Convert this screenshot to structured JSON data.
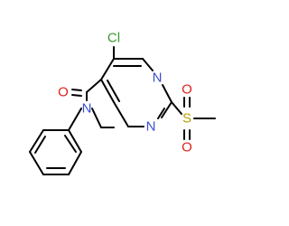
{
  "structure": {
    "atoms": [
      {
        "key": "cl",
        "label": "Cl",
        "color": "#3a9a2e"
      },
      {
        "key": "n_top",
        "label": "N",
        "color": "#3a4fd0"
      },
      {
        "key": "n_ring",
        "label": "N",
        "color": "#3a4fd0"
      },
      {
        "key": "s",
        "label": "S",
        "color": "#b8a000"
      },
      {
        "key": "o_s_up",
        "label": "O",
        "color": "#e0201a"
      },
      {
        "key": "o_s_down",
        "label": "O",
        "color": "#e0201a"
      },
      {
        "key": "o_carbonyl",
        "label": "O",
        "color": "#e0201a"
      },
      {
        "key": "n_amide",
        "label": "N",
        "color": "#3a4fd0"
      }
    ]
  }
}
